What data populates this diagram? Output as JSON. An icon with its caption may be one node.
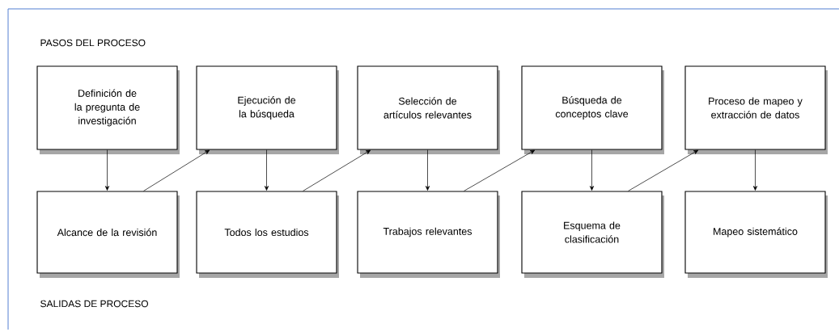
{
  "diagram": {
    "nodes": [
      {
        "text": [
          "Definición de la pregunta de investigación"
        ]
      },
      {
        "text": [
          "Alcance de la revisión"
        ]
      },
      {
        "text": [
          "Ejecución de la búsqueda"
        ]
      },
      {
        "text": [
          "Todos los estudios"
        ]
      },
      {
        "text": [
          "Selección de artículos relevantes"
        ]
      },
      {
        "text": [
          "Trabajos relevantes"
        ]
      },
      {
        "text": [
          "Búsqueda de conceptos clave"
        ]
      },
      {
        "text": [
          "Esquema de clasificación"
        ]
      },
      {
        "text": [
          "Proceso de mapeo y extracción de datos"
        ]
      },
      {
        "text": [
          "Mapeo sistemático"
        ]
      }
    ],
    "edges": [
      {
        "from": 0,
        "to": 1,
        "arrow": "to"
      },
      {
        "from": 1,
        "to": 2,
        "arrow": "to"
      },
      {
        "from": 2,
        "to": 3,
        "arrow": "to"
      },
      {
        "from": 3,
        "to": 4,
        "arrow": "to"
      },
      {
        "from": 4,
        "to": 5,
        "arrow": "to"
      },
      {
        "from": 5,
        "to": 6,
        "arrow": "to"
      },
      {
        "from": 6,
        "to": 7,
        "arrow": "to"
      },
      {
        "from": 7,
        "to": 8,
        "arrow": "to"
      },
      {
        "from": 8,
        "to": 9,
        "arrow": "to"
      }
    ],
    "labels": [
      "PASOS DEL PROCESO",
      "SALIDAS DE PROCESO"
    ]
  }
}
